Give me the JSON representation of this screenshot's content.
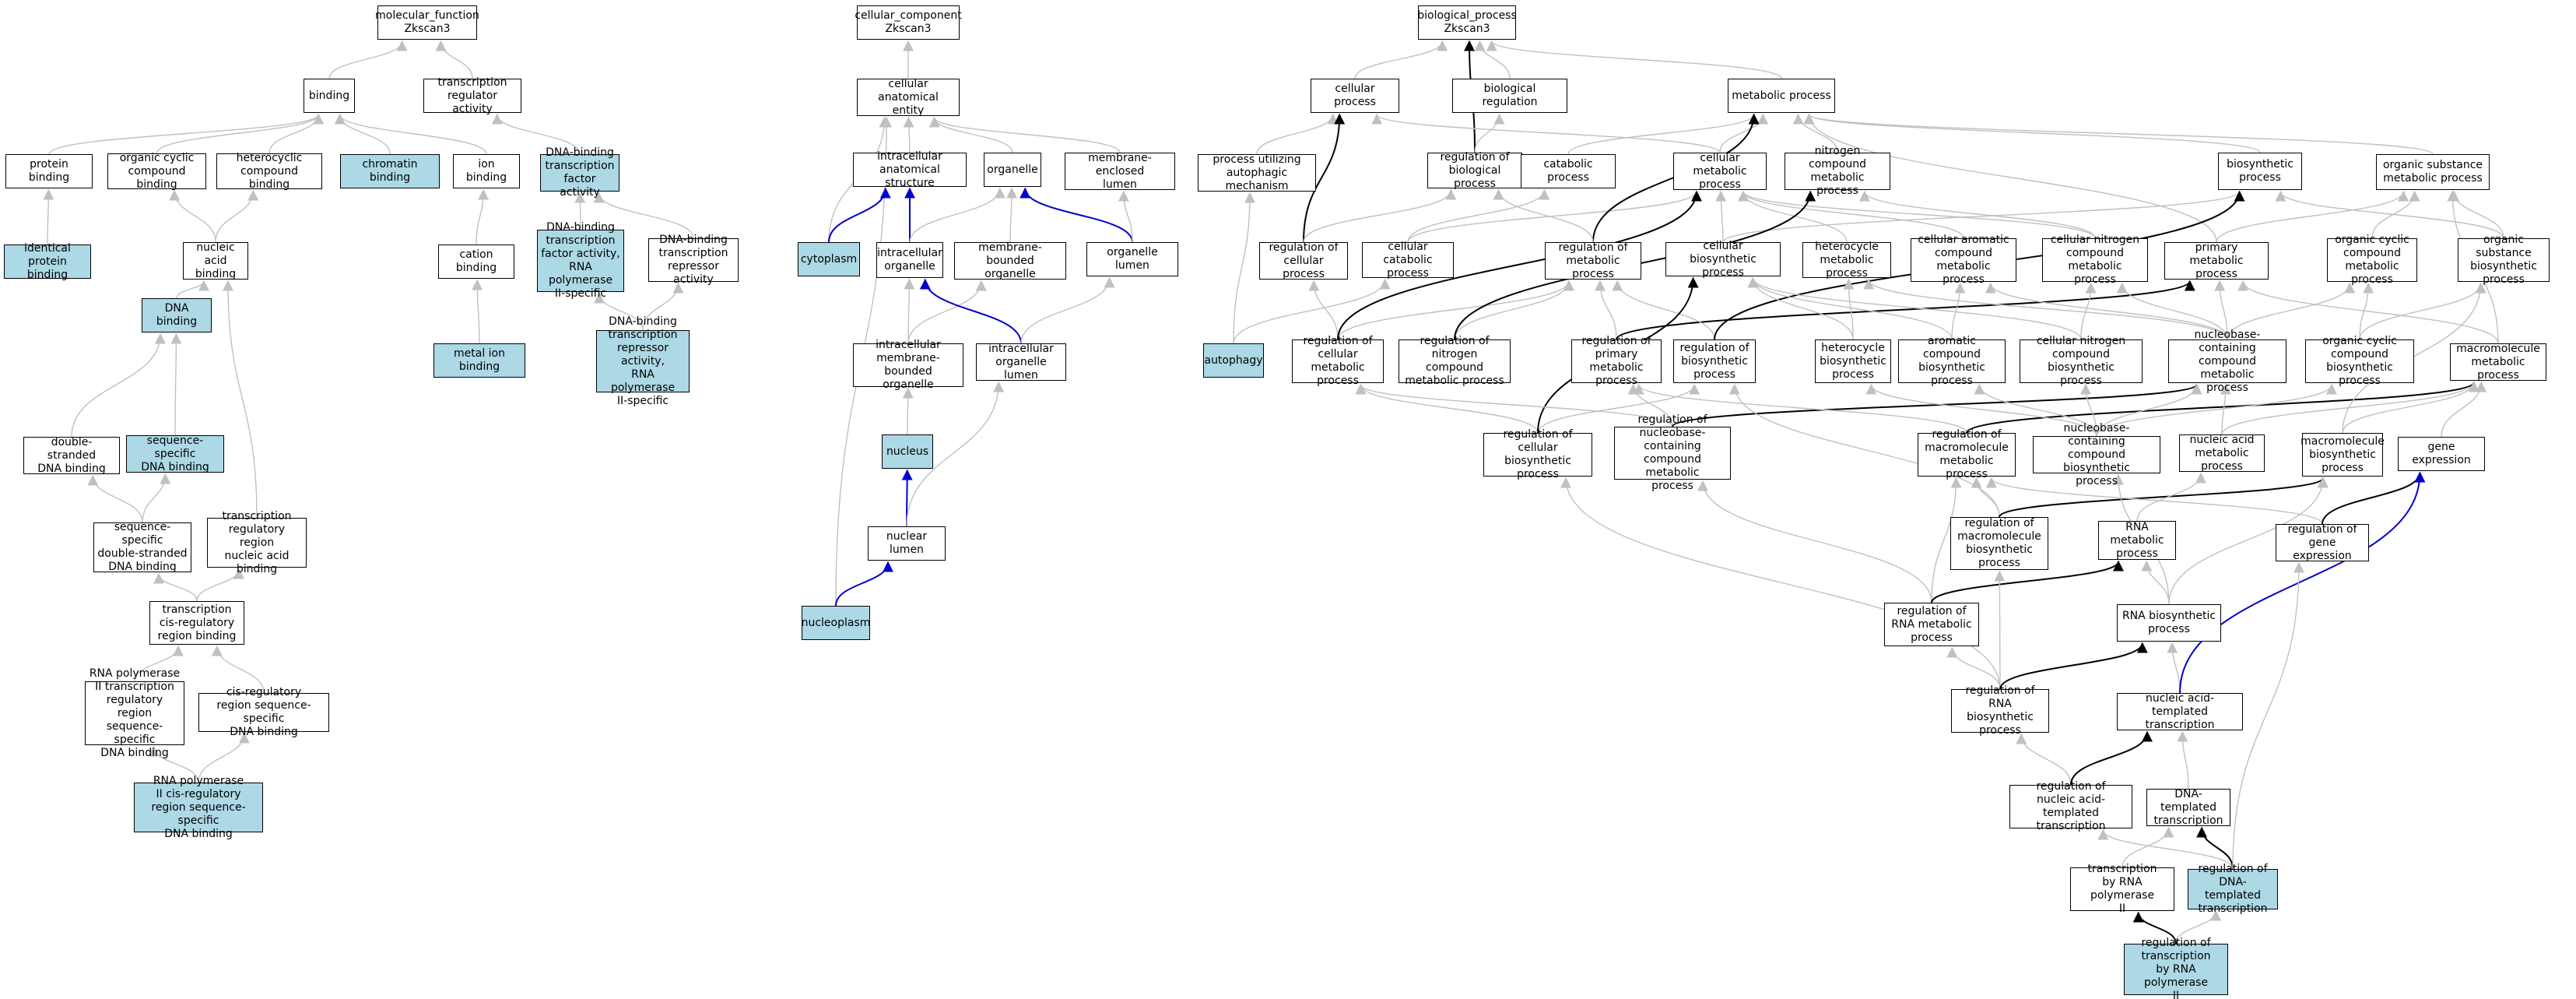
{
  "colors": {
    "highlight_fill": "#add8e6",
    "node_fill": "#ffffff",
    "is_a_edge": "#c0c0c0",
    "regulates_edge": "#000000",
    "part_of_edge": "#0000cc"
  },
  "nodes": [
    {
      "id": "mf_root",
      "label": "molecular_function\nZkscan3",
      "hl": false
    },
    {
      "id": "binding",
      "label": "binding",
      "hl": false
    },
    {
      "id": "tra",
      "label": "transcription\nregulator activity",
      "hl": false
    },
    {
      "id": "protein_binding",
      "label": "protein binding",
      "hl": false
    },
    {
      "id": "occb",
      "label": "organic cyclic\ncompound binding",
      "hl": false
    },
    {
      "id": "hcb",
      "label": "heterocyclic\ncompound binding",
      "hl": false
    },
    {
      "id": "chromatin",
      "label": "chromatin binding",
      "hl": true
    },
    {
      "id": "ion_binding",
      "label": "ion binding",
      "hl": false
    },
    {
      "id": "dbtfa",
      "label": "DNA-binding\ntranscription\nfactor activity",
      "hl": true
    },
    {
      "id": "ipb",
      "label": "identical protein\nbinding",
      "hl": true
    },
    {
      "id": "nab",
      "label": "nucleic acid\nbinding",
      "hl": false
    },
    {
      "id": "cation",
      "label": "cation binding",
      "hl": false
    },
    {
      "id": "dbtfa_pol2",
      "label": "DNA-binding\ntranscription\nfactor activity,\nRNA polymerase\nII-specific",
      "hl": true
    },
    {
      "id": "dbtra",
      "label": "DNA-binding\ntranscription\nrepressor activity",
      "hl": false
    },
    {
      "id": "dna_binding",
      "label": "DNA binding",
      "hl": true
    },
    {
      "id": "metal_ion",
      "label": "metal ion binding",
      "hl": true
    },
    {
      "id": "dbtra_pol2",
      "label": "DNA-binding\ntranscription\nrepressor activity,\nRNA polymerase\nII-specific",
      "hl": true
    },
    {
      "id": "dsdna",
      "label": "double-stranded\nDNA binding",
      "hl": false
    },
    {
      "id": "ssdna",
      "label": "sequence-specific\nDNA binding",
      "hl": true
    },
    {
      "id": "ssdsdna",
      "label": "sequence-specific\ndouble-stranded\nDNA binding",
      "hl": false
    },
    {
      "id": "trrnab",
      "label": "transcription\nregulatory region\nnucleic acid\nbinding",
      "hl": false
    },
    {
      "id": "tcrrb",
      "label": "transcription\ncis-regulatory\nregion binding",
      "hl": false
    },
    {
      "id": "rnap2_trr",
      "label": "RNA polymerase\nII transcription\nregulatory region\nsequence-specific\nDNA binding",
      "hl": false
    },
    {
      "id": "cis_ss",
      "label": "cis-regulatory\nregion sequence-specific\nDNA binding",
      "hl": false
    },
    {
      "id": "rnap2_cis",
      "label": "RNA polymerase\nII cis-regulatory\nregion sequence-specific\nDNA binding",
      "hl": true
    },
    {
      "id": "cc_root",
      "label": "cellular_component\nZkscan3",
      "hl": false
    },
    {
      "id": "cae",
      "label": "cellular anatomical\nentity",
      "hl": false
    },
    {
      "id": "ias",
      "label": "intracellular\nanatomical structure",
      "hl": false
    },
    {
      "id": "organelle",
      "label": "organelle",
      "hl": false
    },
    {
      "id": "mel",
      "label": "membrane-enclosed\nlumen",
      "hl": false
    },
    {
      "id": "cytoplasm",
      "label": "cytoplasm",
      "hl": true
    },
    {
      "id": "io",
      "label": "intracellular\norganelle",
      "hl": false
    },
    {
      "id": "mbo",
      "label": "membrane-bounded\norganelle",
      "hl": false
    },
    {
      "id": "ol",
      "label": "organelle lumen",
      "hl": false
    },
    {
      "id": "imbo",
      "label": "intracellular\nmembrane-bounded\norganelle",
      "hl": false
    },
    {
      "id": "iol",
      "label": "intracellular\norganelle lumen",
      "hl": false
    },
    {
      "id": "nucleus",
      "label": "nucleus",
      "hl": true
    },
    {
      "id": "nuclear_lumen",
      "label": "nuclear lumen",
      "hl": false
    },
    {
      "id": "nucleoplasm",
      "label": "nucleoplasm",
      "hl": true
    },
    {
      "id": "bp_root",
      "label": "biological_process\nZkscan3",
      "hl": false
    },
    {
      "id": "cp",
      "label": "cellular process",
      "hl": false
    },
    {
      "id": "br",
      "label": "biological regulation",
      "hl": false
    },
    {
      "id": "mp",
      "label": "metabolic process",
      "hl": false
    },
    {
      "id": "puam",
      "label": "process utilizing\nautophagic mechanism",
      "hl": false
    },
    {
      "id": "rbp",
      "label": "regulation of\nbiological process",
      "hl": false
    },
    {
      "id": "catab",
      "label": "catabolic process",
      "hl": false
    },
    {
      "id": "cmp",
      "label": "cellular metabolic\nprocess",
      "hl": false
    },
    {
      "id": "ncmp",
      "label": "nitrogen compound\nmetabolic process",
      "hl": false
    },
    {
      "id": "bsp",
      "label": "biosynthetic\nprocess",
      "hl": false
    },
    {
      "id": "osmp",
      "label": "organic substance\nmetabolic process",
      "hl": false
    },
    {
      "id": "rcp",
      "label": "regulation of\ncellular process",
      "hl": false
    },
    {
      "id": "ccp",
      "label": "cellular catabolic\nprocess",
      "hl": false
    },
    {
      "id": "rmp",
      "label": "regulation of\nmetabolic process",
      "hl": false
    },
    {
      "id": "cbp",
      "label": "cellular biosynthetic\nprocess",
      "hl": false
    },
    {
      "id": "hmp",
      "label": "heterocycle\nmetabolic process",
      "hl": false
    },
    {
      "id": "cacmp",
      "label": "cellular aromatic\ncompound metabolic\nprocess",
      "hl": false
    },
    {
      "id": "cncmp",
      "label": "cellular nitrogen\ncompound metabolic\nprocess",
      "hl": false
    },
    {
      "id": "pmp",
      "label": "primary metabolic\nprocess",
      "hl": false
    },
    {
      "id": "occmp",
      "label": "organic cyclic\ncompound metabolic\nprocess",
      "hl": false
    },
    {
      "id": "osbp",
      "label": "organic substance\nbiosynthetic\nprocess",
      "hl": false
    },
    {
      "id": "autophagy",
      "label": "autophagy",
      "hl": true
    },
    {
      "id": "rcmp",
      "label": "regulation of\ncellular metabolic\nprocess",
      "hl": false
    },
    {
      "id": "rncmp",
      "label": "regulation of\nnitrogen compound\nmetabolic process",
      "hl": false
    },
    {
      "id": "rpmp",
      "label": "regulation of\nprimary metabolic\nprocess",
      "hl": false
    },
    {
      "id": "rbsp",
      "label": "regulation of\nbiosynthetic\nprocess",
      "hl": false
    },
    {
      "id": "hbp",
      "label": "heterocycle\nbiosynthetic\nprocess",
      "hl": false
    },
    {
      "id": "acbp",
      "label": "aromatic compound\nbiosynthetic\nprocess",
      "hl": false
    },
    {
      "id": "cncbp",
      "label": "cellular nitrogen\ncompound biosynthetic\nprocess",
      "hl": false
    },
    {
      "id": "nbcmp",
      "label": "nucleobase-containing\ncompound metabolic\nprocess",
      "hl": false
    },
    {
      "id": "occbp",
      "label": "organic cyclic\ncompound biosynthetic\nprocess",
      "hl": false
    },
    {
      "id": "mmp",
      "label": "macromolecule\nmetabolic process",
      "hl": false
    },
    {
      "id": "rcbp",
      "label": "regulation of\ncellular biosynthetic\nprocess",
      "hl": false
    },
    {
      "id": "rnbcmp",
      "label": "regulation of\nnucleobase-containing\ncompound metabolic\nprocess",
      "hl": false
    },
    {
      "id": "rmmp",
      "label": "regulation of\nmacromolecule\nmetabolic process",
      "hl": false
    },
    {
      "id": "nbcbp",
      "label": "nucleobase-containing\ncompound biosynthetic\nprocess",
      "hl": false
    },
    {
      "id": "namp",
      "label": "nucleic acid\nmetabolic process",
      "hl": false
    },
    {
      "id": "mbsp",
      "label": "macromolecule\nbiosynthetic\nprocess",
      "hl": false
    },
    {
      "id": "ge",
      "label": "gene expression",
      "hl": false
    },
    {
      "id": "rmbp",
      "label": "regulation of\nmacromolecule\nbiosynthetic\nprocess",
      "hl": false
    },
    {
      "id": "rnamp",
      "label": "RNA metabolic\nprocess",
      "hl": false
    },
    {
      "id": "rge",
      "label": "regulation of\ngene expression",
      "hl": false
    },
    {
      "id": "rrnamp",
      "label": "regulation of\nRNA metabolic\nprocess",
      "hl": false
    },
    {
      "id": "rnabp",
      "label": "RNA biosynthetic\nprocess",
      "hl": false
    },
    {
      "id": "rrnabp",
      "label": "regulation of\nRNA biosynthetic\nprocess",
      "hl": false
    },
    {
      "id": "natt",
      "label": "nucleic acid-templated\ntranscription",
      "hl": false
    },
    {
      "id": "rnatt",
      "label": "regulation of\nnucleic acid-templated\ntranscription",
      "hl": false
    },
    {
      "id": "dtt",
      "label": "DNA-templated\ntranscription",
      "hl": false
    },
    {
      "id": "trnap2",
      "label": "transcription\nby RNA polymerase\nII",
      "hl": false
    },
    {
      "id": "rdtt",
      "label": "regulation of\nDNA-templated\ntranscription",
      "hl": true
    },
    {
      "id": "rtrnap2",
      "label": "regulation of\ntranscription\nby RNA polymerase\nII",
      "hl": true
    }
  ],
  "edges": [
    [
      "binding",
      "mf_root",
      "g"
    ],
    [
      "tra",
      "mf_root",
      "g"
    ],
    [
      "protein_binding",
      "binding",
      "g"
    ],
    [
      "occb",
      "binding",
      "g"
    ],
    [
      "hcb",
      "binding",
      "g"
    ],
    [
      "chromatin",
      "binding",
      "g"
    ],
    [
      "ion_binding",
      "binding",
      "g"
    ],
    [
      "dbtfa",
      "tra",
      "g"
    ],
    [
      "ipb",
      "protein_binding",
      "g"
    ],
    [
      "nab",
      "occb",
      "g"
    ],
    [
      "nab",
      "hcb",
      "g"
    ],
    [
      "cation",
      "ion_binding",
      "g"
    ],
    [
      "dbtfa_pol2",
      "dbtfa",
      "g"
    ],
    [
      "dbtra",
      "dbtfa",
      "g"
    ],
    [
      "dna_binding",
      "nab",
      "g"
    ],
    [
      "metal_ion",
      "cation",
      "g"
    ],
    [
      "dbtra_pol2",
      "dbtfa_pol2",
      "g"
    ],
    [
      "dbtra_pol2",
      "dbtra",
      "g"
    ],
    [
      "dsdna",
      "dna_binding",
      "g"
    ],
    [
      "ssdna",
      "dna_binding",
      "g"
    ],
    [
      "ssdsdna",
      "dsdna",
      "g"
    ],
    [
      "ssdsdna",
      "ssdna",
      "g"
    ],
    [
      "trrnab",
      "nab",
      "g"
    ],
    [
      "tcrrb",
      "ssdsdna",
      "g"
    ],
    [
      "tcrrb",
      "trrnab",
      "g"
    ],
    [
      "rnap2_trr",
      "tcrrb",
      "g"
    ],
    [
      "cis_ss",
      "tcrrb",
      "g"
    ],
    [
      "rnap2_cis",
      "rnap2_trr",
      "g"
    ],
    [
      "rnap2_cis",
      "cis_ss",
      "g"
    ],
    [
      "cae",
      "cc_root",
      "g"
    ],
    [
      "ias",
      "cae",
      "g"
    ],
    [
      "organelle",
      "cae",
      "g"
    ],
    [
      "mel",
      "cae",
      "g"
    ],
    [
      "cytoplasm",
      "cae",
      "g"
    ],
    [
      "nucleoplasm",
      "cae",
      "g"
    ],
    [
      "cytoplasm",
      "ias",
      "b"
    ],
    [
      "io",
      "ias",
      "b"
    ],
    [
      "io",
      "organelle",
      "g"
    ],
    [
      "mbo",
      "organelle",
      "g"
    ],
    [
      "ol",
      "organelle",
      "b"
    ],
    [
      "ol",
      "mel",
      "g"
    ],
    [
      "imbo",
      "io",
      "g"
    ],
    [
      "imbo",
      "mbo",
      "g"
    ],
    [
      "iol",
      "io",
      "b"
    ],
    [
      "iol",
      "ol",
      "g"
    ],
    [
      "nucleus",
      "imbo",
      "g"
    ],
    [
      "nuclear_lumen",
      "nucleus",
      "b"
    ],
    [
      "nuclear_lumen",
      "iol",
      "g"
    ],
    [
      "nucleoplasm",
      "nuclear_lumen",
      "b"
    ],
    [
      "cp",
      "bp_root",
      "g"
    ],
    [
      "br",
      "bp_root",
      "g"
    ],
    [
      "mp",
      "bp_root",
      "g"
    ],
    [
      "rbp",
      "bp_root",
      "k"
    ],
    [
      "puam",
      "cp",
      "g"
    ],
    [
      "rbp",
      "br",
      "g"
    ],
    [
      "catab",
      "mp",
      "g"
    ],
    [
      "cmp",
      "cp",
      "g"
    ],
    [
      "cmp",
      "mp",
      "g"
    ],
    [
      "ncmp",
      "mp",
      "g"
    ],
    [
      "bsp",
      "mp",
      "g"
    ],
    [
      "osmp",
      "mp",
      "g"
    ],
    [
      "pmp",
      "mp",
      "g"
    ],
    [
      "rcp",
      "cp",
      "k"
    ],
    [
      "rcp",
      "rbp",
      "g"
    ],
    [
      "ccp",
      "catab",
      "g"
    ],
    [
      "ccp",
      "cmp",
      "g"
    ],
    [
      "rmp",
      "mp",
      "k"
    ],
    [
      "rmp",
      "rbp",
      "g"
    ],
    [
      "cbp",
      "cmp",
      "g"
    ],
    [
      "cbp",
      "bsp",
      "g"
    ],
    [
      "hmp",
      "cmp",
      "g"
    ],
    [
      "cacmp",
      "cmp",
      "g"
    ],
    [
      "cncmp",
      "cmp",
      "g"
    ],
    [
      "cncmp",
      "ncmp",
      "g"
    ],
    [
      "pmp",
      "osmp",
      "g"
    ],
    [
      "occmp",
      "osmp",
      "g"
    ],
    [
      "osbp",
      "osmp",
      "g"
    ],
    [
      "osbp",
      "bsp",
      "g"
    ],
    [
      "autophagy",
      "puam",
      "g"
    ],
    [
      "autophagy",
      "ccp",
      "g"
    ],
    [
      "rcmp",
      "rcp",
      "g"
    ],
    [
      "rcmp",
      "rmp",
      "g"
    ],
    [
      "rcmp",
      "cmp",
      "k"
    ],
    [
      "rncmp",
      "rmp",
      "g"
    ],
    [
      "rncmp",
      "ncmp",
      "k"
    ],
    [
      "rpmp",
      "rmp",
      "g"
    ],
    [
      "rpmp",
      "pmp",
      "k"
    ],
    [
      "rbsp",
      "rmp",
      "g"
    ],
    [
      "rbsp",
      "bsp",
      "k"
    ],
    [
      "hbp",
      "hmp",
      "g"
    ],
    [
      "hbp",
      "cbp",
      "g"
    ],
    [
      "acbp",
      "cacmp",
      "g"
    ],
    [
      "acbp",
      "cbp",
      "g"
    ],
    [
      "cncbp",
      "cncmp",
      "g"
    ],
    [
      "cncbp",
      "cbp",
      "g"
    ],
    [
      "nbcmp",
      "hmp",
      "g"
    ],
    [
      "nbcmp",
      "cacmp",
      "g"
    ],
    [
      "nbcmp",
      "cncmp",
      "g"
    ],
    [
      "nbcmp",
      "occmp",
      "g"
    ],
    [
      "nbcmp",
      "pmp",
      "g"
    ],
    [
      "occbp",
      "occmp",
      "g"
    ],
    [
      "occbp",
      "osbp",
      "g"
    ],
    [
      "mmp",
      "pmp",
      "g"
    ],
    [
      "mmp",
      "osmp",
      "g"
    ],
    [
      "rcbp",
      "rcmp",
      "g"
    ],
    [
      "rcbp",
      "rbsp",
      "g"
    ],
    [
      "rcbp",
      "cbp",
      "k"
    ],
    [
      "rnbcmp",
      "rcmp",
      "g"
    ],
    [
      "rnbcmp",
      "rpmp",
      "g"
    ],
    [
      "rnbcmp",
      "nbcmp",
      "k"
    ],
    [
      "rmmp",
      "rpmp",
      "g"
    ],
    [
      "rmmp",
      "mmp",
      "k"
    ],
    [
      "nbcbp",
      "nbcmp",
      "g"
    ],
    [
      "nbcbp",
      "hbp",
      "g"
    ],
    [
      "nbcbp",
      "acbp",
      "g"
    ],
    [
      "nbcbp",
      "cncbp",
      "g"
    ],
    [
      "nbcbp",
      "occbp",
      "g"
    ],
    [
      "namp",
      "nbcmp",
      "g"
    ],
    [
      "namp",
      "mmp",
      "g"
    ],
    [
      "mbsp",
      "mmp",
      "g"
    ],
    [
      "mbsp",
      "osbp",
      "g"
    ],
    [
      "ge",
      "mmp",
      "g"
    ],
    [
      "rmbp",
      "rmmp",
      "g"
    ],
    [
      "rmbp",
      "rbsp",
      "g"
    ],
    [
      "rmbp",
      "mbsp",
      "k"
    ],
    [
      "rnamp",
      "namp",
      "g"
    ],
    [
      "rge",
      "rmmp",
      "g"
    ],
    [
      "rge",
      "ge",
      "k"
    ],
    [
      "rrnamp",
      "rnbcmp",
      "g"
    ],
    [
      "rrnamp",
      "rmmp",
      "g"
    ],
    [
      "rrnamp",
      "rnamp",
      "k"
    ],
    [
      "rnabp",
      "rnamp",
      "g"
    ],
    [
      "rnabp",
      "nbcbp",
      "g"
    ],
    [
      "rnabp",
      "mbsp",
      "g"
    ],
    [
      "rrnabp",
      "rrnamp",
      "g"
    ],
    [
      "rrnabp",
      "rmbp",
      "g"
    ],
    [
      "rrnabp",
      "rcbp",
      "g"
    ],
    [
      "rrnabp",
      "rnabp",
      "k"
    ],
    [
      "natt",
      "rnabp",
      "g"
    ],
    [
      "natt",
      "ge",
      "b"
    ],
    [
      "rnatt",
      "rrnabp",
      "g"
    ],
    [
      "rnatt",
      "natt",
      "k"
    ],
    [
      "dtt",
      "natt",
      "g"
    ],
    [
      "trnap2",
      "dtt",
      "g"
    ],
    [
      "rdtt",
      "rnatt",
      "g"
    ],
    [
      "rdtt",
      "dtt",
      "k"
    ],
    [
      "rdtt",
      "rge",
      "g"
    ],
    [
      "rtrnap2",
      "rdtt",
      "g"
    ],
    [
      "rtrnap2",
      "trnap2",
      "k"
    ]
  ]
}
